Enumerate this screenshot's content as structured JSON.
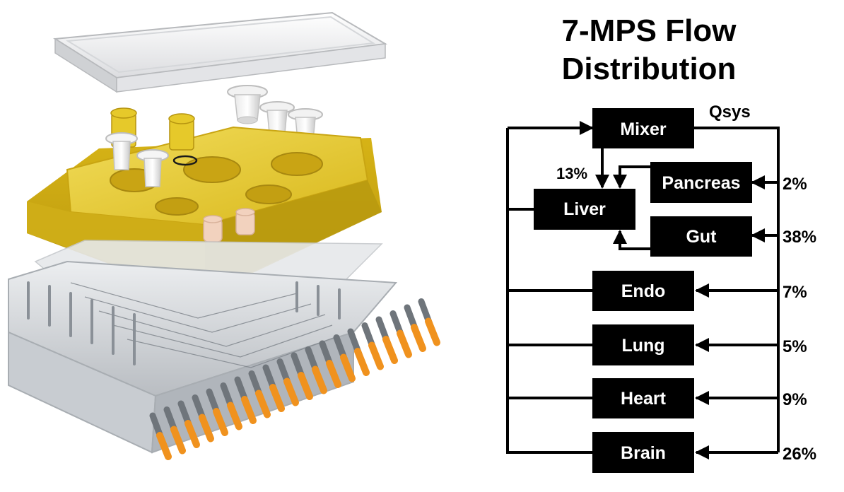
{
  "title_line1": "7-MPS Flow",
  "title_line2": "Distribution",
  "system_flow_label": "Qsys",
  "colors": {
    "box": "#000000",
    "box_text": "#ffffff",
    "line": "#000000",
    "resin_yellow": "#e2c419",
    "port_orange": "#f0921e"
  },
  "boxes": {
    "mixer": "Mixer",
    "liver": "Liver",
    "pancreas": "Pancreas",
    "gut": "Gut",
    "endo": "Endo",
    "lung": "Lung",
    "heart": "Heart",
    "brain": "Brain"
  },
  "percentages": {
    "liver": "13%",
    "pancreas": "2%",
    "gut": "38%",
    "endo": "7%",
    "lung": "5%",
    "heart": "9%",
    "brain": "26%"
  }
}
